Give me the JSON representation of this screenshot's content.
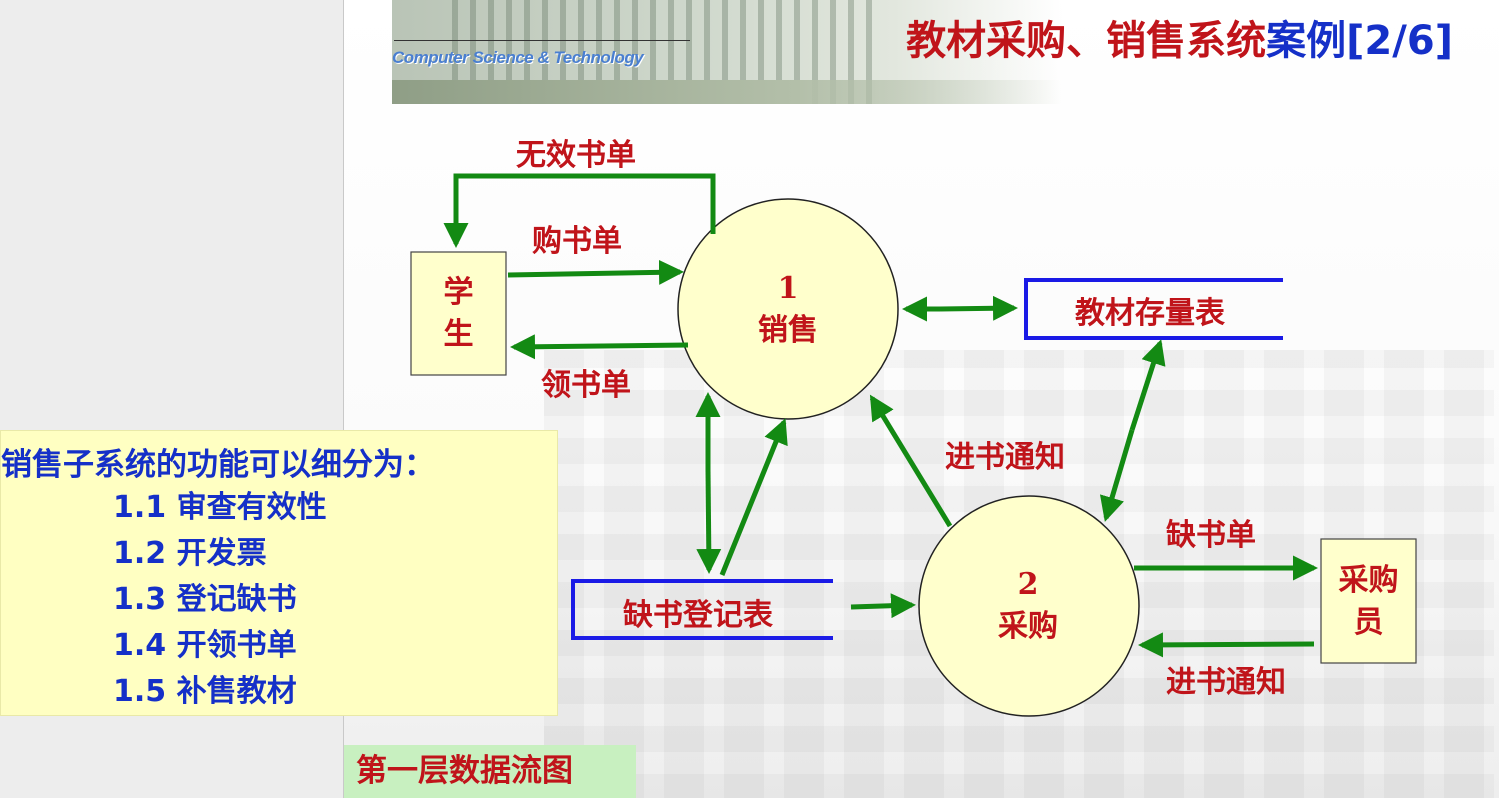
{
  "header": {
    "subtitle": "Computer Science & Technology",
    "title_main": "教材采购、销售系统",
    "title_accent": "案例[2/6]"
  },
  "diagram": {
    "entities": {
      "student": "学\n生",
      "buyer": "采购\n员"
    },
    "processes": {
      "sales": {
        "number": "1",
        "name": "销售"
      },
      "purchase": {
        "number": "2",
        "name": "采购"
      }
    },
    "stores": {
      "inventory": "教材存量表",
      "shortage": "缺书登记表"
    },
    "flows": {
      "invalid_order": "无效书单",
      "purchase_order": "购书单",
      "pickup_order": "领书单",
      "stock_notice_1": "进书通知",
      "shortage_list": "缺书单",
      "stock_notice_2": "进书通知"
    },
    "colors": {
      "arrow": "#138a13",
      "store_border": "#1a1ae6",
      "circle_fill": "#ffffcc",
      "label_red": "#c0141a"
    }
  },
  "note": {
    "heading": "销售子系统的功能可以细分为：",
    "items": [
      "1.1 审查有效性",
      "1.2 开发票",
      "1.3 登记缺书",
      "1.4 开领书单",
      "1.5 补售教材"
    ]
  },
  "caption": "第一层数据流图"
}
